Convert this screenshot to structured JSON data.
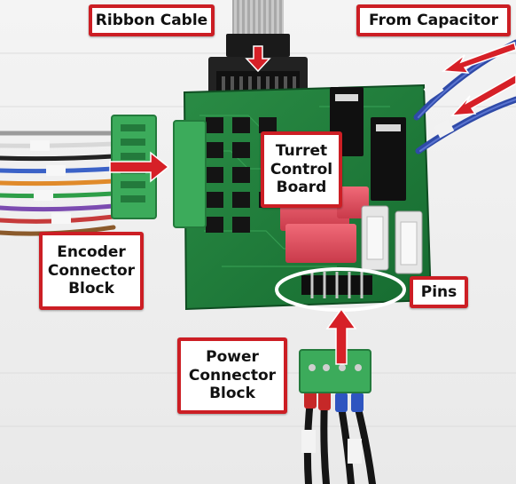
{
  "callouts": {
    "ribbon_cable": "Ribbon Cable",
    "from_capacitor": "From Capacitor",
    "turret_line1": "Turret",
    "turret_line2": "Control",
    "turret_line3": "Board",
    "encoder_line1": "Encoder",
    "encoder_line2": "Connector",
    "encoder_line3": "Block",
    "pins": "Pins",
    "power_line1": "Power",
    "power_line2": "Connector",
    "power_line3": "Block"
  },
  "colors": {
    "callout_border": "#cc1e24",
    "arrow": "#d62027",
    "board_green": "#1f7a3a",
    "connector_green": "#3cab5b"
  }
}
